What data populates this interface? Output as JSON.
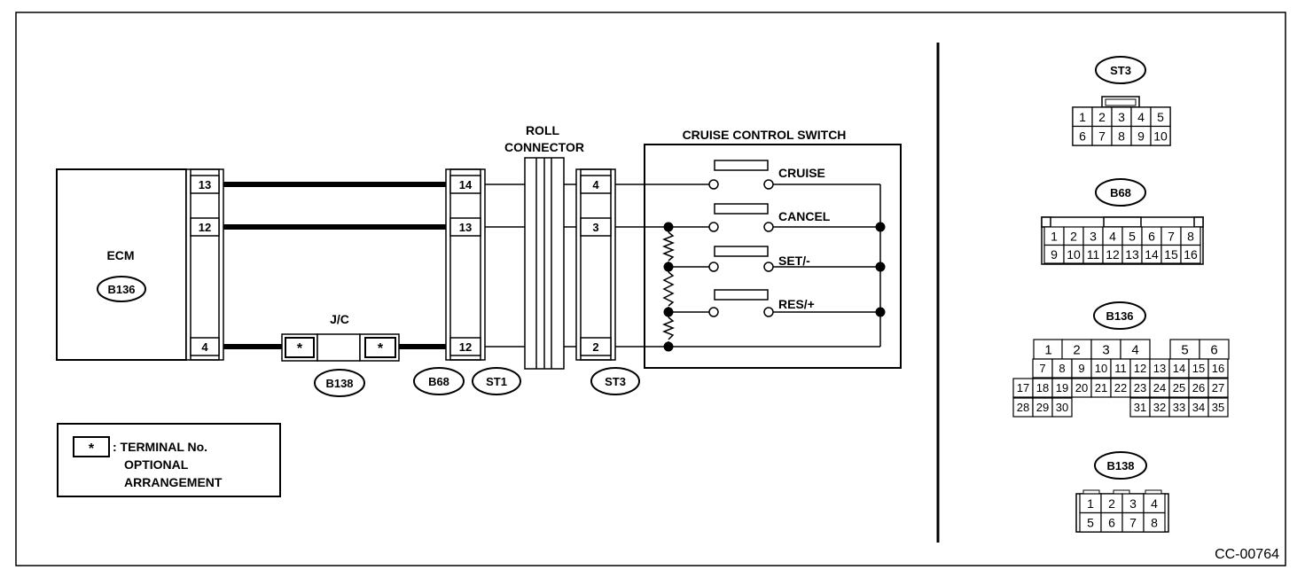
{
  "diagram": {
    "ecm": {
      "label": "ECM",
      "connector": "B136",
      "pins": [
        "13",
        "12",
        "4"
      ]
    },
    "b68": {
      "label": "B68",
      "pins": [
        "14",
        "13",
        "12"
      ]
    },
    "jc": {
      "label": "J/C",
      "connector": "B138",
      "terminal_marks": [
        "*",
        "*"
      ]
    },
    "roll_connector": {
      "line1": "ROLL",
      "line2": "CONNECTOR",
      "connector": "ST1"
    },
    "st3": {
      "label": "ST3",
      "pins": [
        "4",
        "3",
        "2"
      ]
    },
    "cruise_switch": {
      "title": "CRUISE CONTROL SWITCH",
      "switches": [
        "CRUISE",
        "CANCEL",
        "SET/-",
        "RES/+"
      ]
    },
    "legend": {
      "mark": "*",
      "line1": ": TERMINAL No.",
      "line2": "OPTIONAL",
      "line3": "ARRANGEMENT"
    },
    "figure_id": "CC-00764"
  },
  "connector_views": {
    "st3": {
      "label": "ST3",
      "rows": [
        [
          "1",
          "2",
          "3",
          "4",
          "5"
        ],
        [
          "6",
          "7",
          "8",
          "9",
          "10"
        ]
      ]
    },
    "b68": {
      "label": "B68",
      "rows": [
        [
          "1",
          "2",
          "3",
          "4",
          "5",
          "6",
          "7",
          "8"
        ],
        [
          "9",
          "10",
          "11",
          "12",
          "13",
          "14",
          "15",
          "16"
        ]
      ]
    },
    "b136": {
      "label": "B136",
      "top_row": [
        "1",
        "2",
        "3",
        "4",
        "5",
        "6"
      ],
      "row2": [
        "7",
        "8",
        "9",
        "10",
        "11",
        "12",
        "13",
        "14",
        "15",
        "16"
      ],
      "row3": [
        "17",
        "18",
        "19",
        "20",
        "21",
        "22",
        "23",
        "24",
        "25",
        "26",
        "27"
      ],
      "row4": [
        "28",
        "29",
        "30",
        "31",
        "32",
        "33",
        "34",
        "35"
      ]
    },
    "b138": {
      "label": "B138",
      "rows": [
        [
          "1",
          "2",
          "3",
          "4"
        ],
        [
          "5",
          "6",
          "7",
          "8"
        ]
      ]
    }
  },
  "colors": {
    "line": "#000000",
    "background": "#ffffff"
  }
}
